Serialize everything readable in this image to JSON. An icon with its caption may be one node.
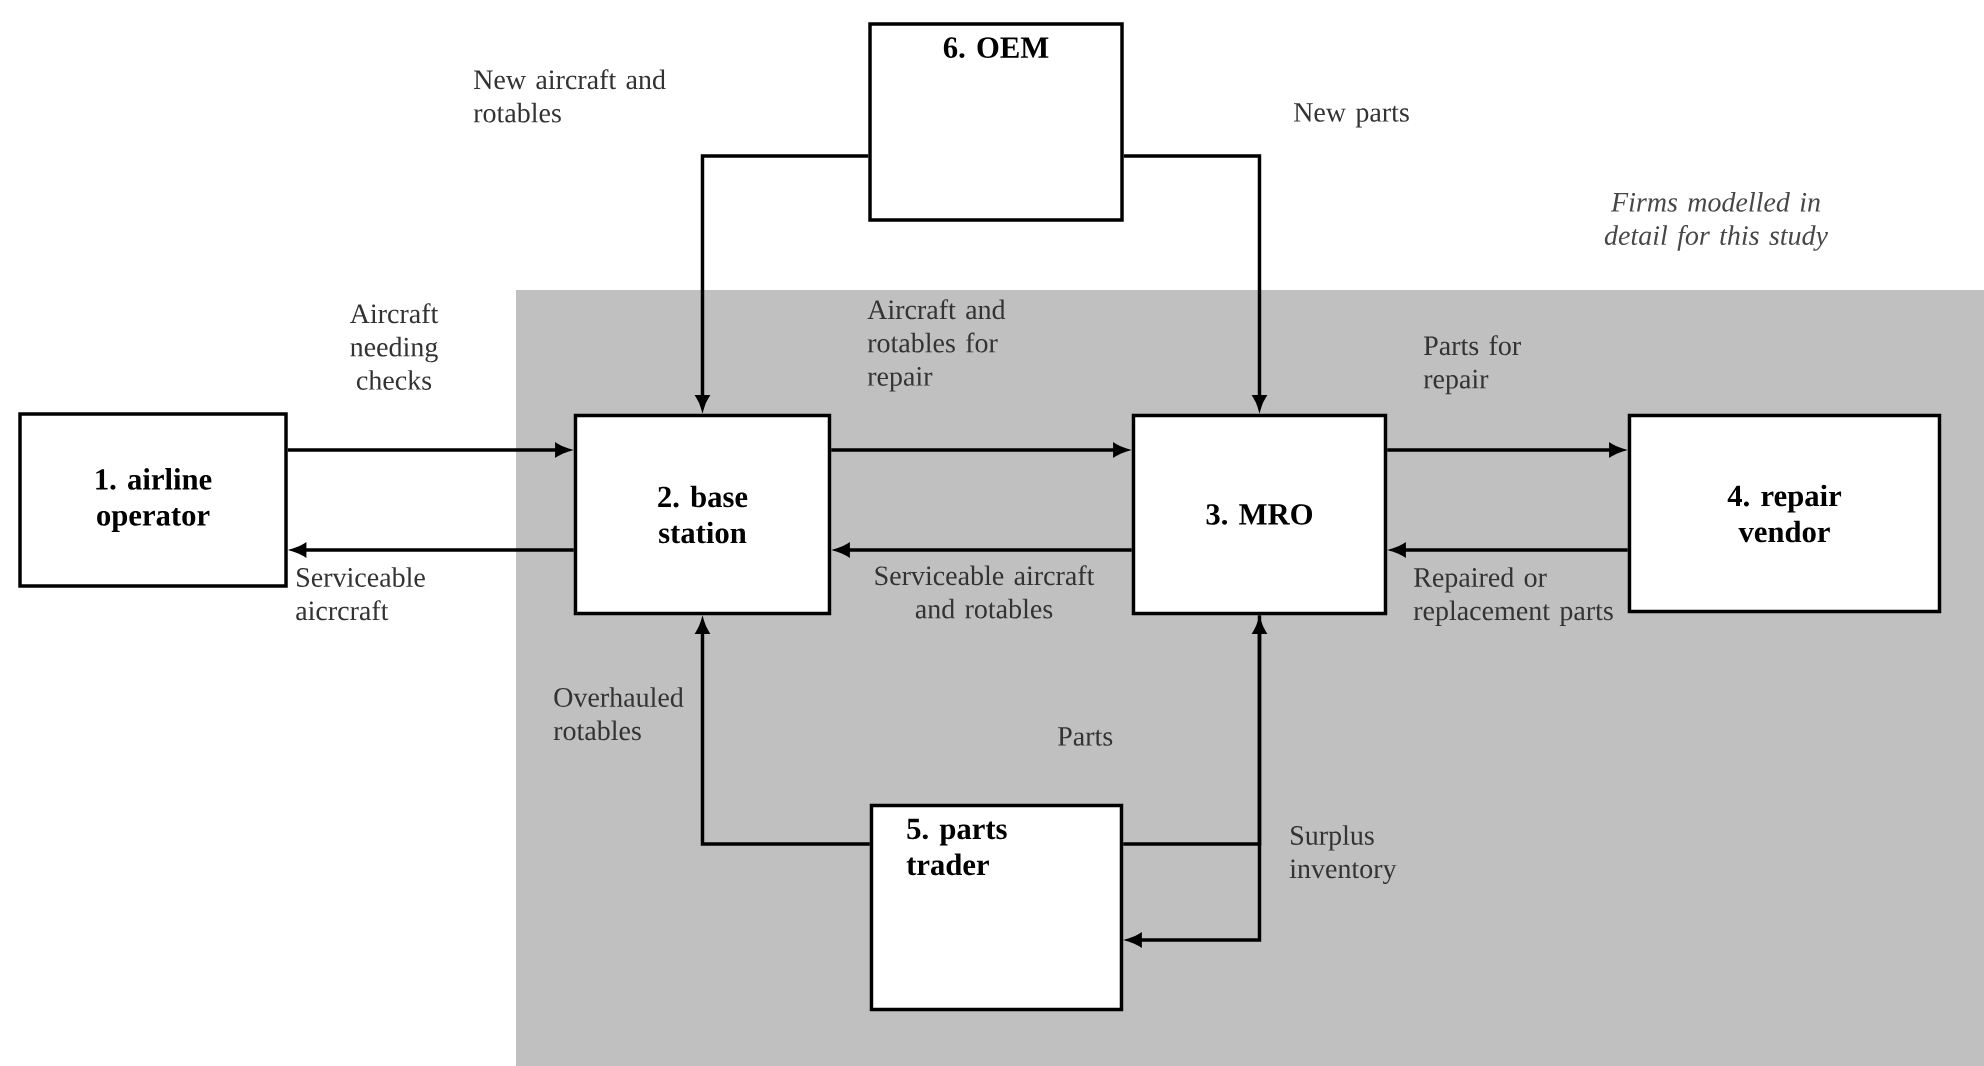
{
  "diagram": {
    "nodes": [
      {
        "text": [
          "Firms modelled in detail for this study"
        ]
      },
      {
        "text": [
          "1. airline operator"
        ]
      },
      {
        "text": [
          "2. base station"
        ],
        "in": 0
      },
      {
        "text": [
          "3. MRO"
        ],
        "in": 0
      },
      {
        "text": [
          "4. repair vendor"
        ],
        "in": 0
      },
      {
        "text": [
          "5. parts trader"
        ],
        "in": 0
      },
      {
        "text": [
          "6. OEM"
        ]
      }
    ],
    "edges": [
      {
        "from": 1,
        "to": 2,
        "arrow": "to",
        "label": "Aircraft needing checks"
      },
      {
        "from": 2,
        "to": 1,
        "arrow": "to",
        "label": "Serviceable aicrcraft"
      },
      {
        "from": 2,
        "to": 3,
        "arrow": "to",
        "label": "Aircraft and rotables for repair"
      },
      {
        "from": 3,
        "to": 2,
        "arrow": "to",
        "label": "Serviceable aircraft and rotables"
      },
      {
        "from": 3,
        "to": 4,
        "arrow": "to",
        "label": "Parts for repair"
      },
      {
        "from": 4,
        "to": 3,
        "arrow": "to",
        "label": "Repaired or replacement parts"
      },
      {
        "from": 6,
        "to": 2,
        "arrow": "to",
        "label": "New aircraft and rotables"
      },
      {
        "from": 6,
        "to": 3,
        "arrow": "to",
        "label": "New parts"
      },
      {
        "from": 5,
        "to": 2,
        "arrow": "to",
        "label": "Overhauled rotables"
      },
      {
        "from": 5,
        "to": 3,
        "arrow": "to",
        "label": "Parts"
      },
      {
        "from": 3,
        "to": 5,
        "arrow": "to",
        "label": "Surplus inventory"
      }
    ]
  }
}
